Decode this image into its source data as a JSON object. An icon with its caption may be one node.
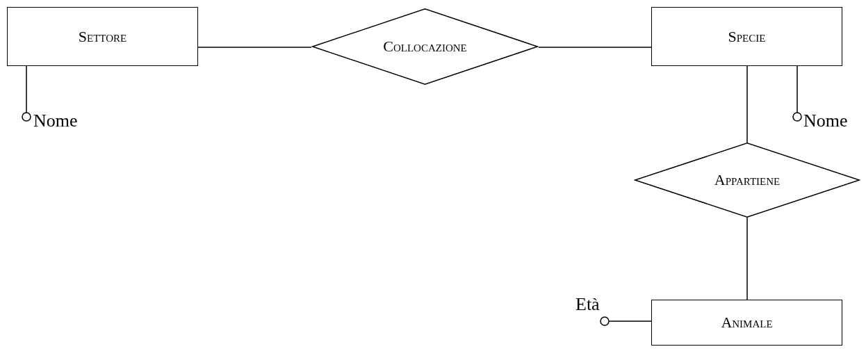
{
  "diagram": {
    "nodes": [
      {
        "text": [
          "Settore"
        ]
      },
      {
        "text": [
          "Collocazione"
        ]
      },
      {
        "text": [
          "Specie"
        ]
      },
      {
        "text": [
          "Nome"
        ]
      },
      {
        "text": [
          "Nome"
        ]
      },
      {
        "text": [
          "Appartiene"
        ]
      },
      {
        "text": [
          "Animale"
        ]
      },
      {
        "text": [
          "Età"
        ]
      }
    ],
    "edges": [
      {
        "from": 0,
        "to": 1,
        "arrow": "none"
      },
      {
        "from": 1,
        "to": 2,
        "arrow": "none"
      },
      {
        "from": 0,
        "to": 3,
        "arrow": "other"
      },
      {
        "from": 2,
        "to": 4,
        "arrow": "other"
      },
      {
        "from": 2,
        "to": 5,
        "arrow": "none"
      },
      {
        "from": 5,
        "to": 6,
        "arrow": "none"
      },
      {
        "from": 6,
        "to": 7,
        "arrow": "other"
      }
    ]
  }
}
